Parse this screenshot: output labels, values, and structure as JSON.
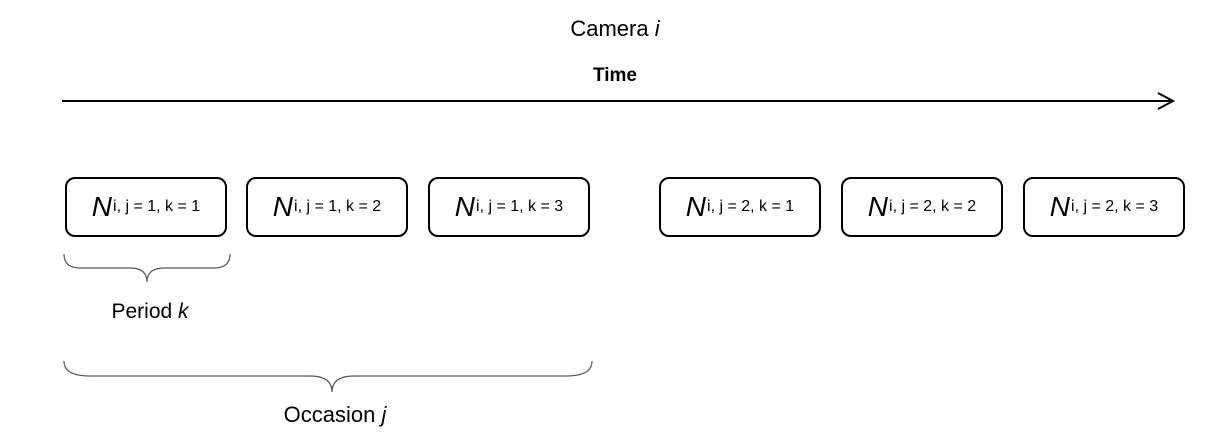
{
  "header": {
    "camera_label": "Camera",
    "camera_var": "i",
    "time_label": "Time"
  },
  "cells": [
    {
      "base": "N",
      "subscript": "i, j = 1, k = 1"
    },
    {
      "base": "N",
      "subscript": "i, j = 1, k = 2"
    },
    {
      "base": "N",
      "subscript": "i, j = 1, k = 3"
    },
    {
      "base": "N",
      "subscript": "i, j = 2, k = 1"
    },
    {
      "base": "N",
      "subscript": "i, j = 2, k = 2"
    },
    {
      "base": "N",
      "subscript": "i, j = 2, k = 3"
    }
  ],
  "period": {
    "label": "Period",
    "var": "k"
  },
  "occasion": {
    "label": "Occasion",
    "var": "j"
  }
}
